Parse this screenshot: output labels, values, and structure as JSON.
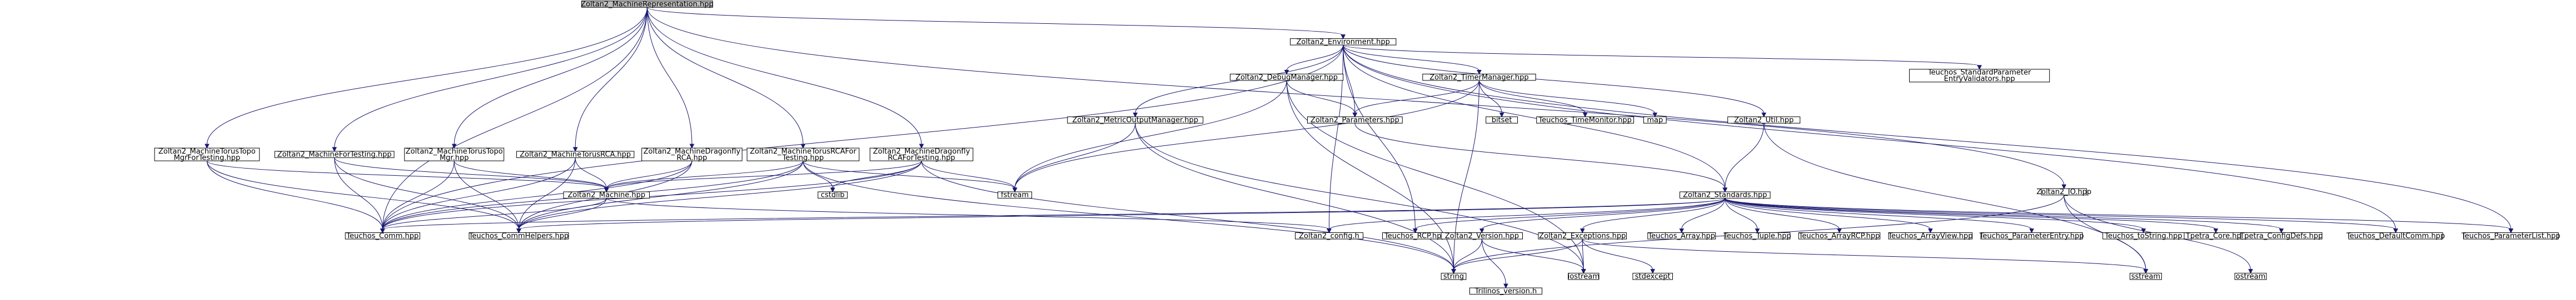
{
  "diagram": {
    "type": "include-dependency-graph",
    "root": "n0",
    "nodes": [
      {
        "id": "n0",
        "lines": [
          "Zoltan2_MachineRepresentation.hpp"
        ],
        "root": true
      },
      {
        "id": "n1",
        "lines": [
          "Zoltan2_Environment.hpp"
        ]
      },
      {
        "id": "n2",
        "lines": [
          "Zoltan2_DebugManager.hpp"
        ]
      },
      {
        "id": "n3",
        "lines": [
          "Zoltan2_TimerManager.hpp"
        ]
      },
      {
        "id": "n4",
        "lines": [
          "Teuchos_StandardParameter",
          "EntryValidators.hpp"
        ]
      },
      {
        "id": "n5",
        "lines": [
          "Zoltan2_MachineTorusTopo",
          "MgrForTesting.hpp"
        ]
      },
      {
        "id": "n6",
        "lines": [
          "Zoltan2_MachineForTesting.hpp"
        ]
      },
      {
        "id": "n7",
        "lines": [
          "Zoltan2_MachineTorusTopo",
          "Mgr.hpp"
        ]
      },
      {
        "id": "n8",
        "lines": [
          "Zoltan2_MachineTorusRCA.hpp"
        ]
      },
      {
        "id": "n9",
        "lines": [
          "Zoltan2_MachineDragonfly",
          "RCA.hpp"
        ]
      },
      {
        "id": "n10",
        "lines": [
          "Zoltan2_MachineTorusRCAFor",
          "Testing.hpp"
        ]
      },
      {
        "id": "n11",
        "lines": [
          "Zoltan2_MachineDragonfly",
          "RCAForTesting.hpp"
        ]
      },
      {
        "id": "n12",
        "lines": [
          "Zoltan2_MetricOutputManager.hpp"
        ]
      },
      {
        "id": "n13",
        "lines": [
          "Zoltan2_Parameters.hpp"
        ]
      },
      {
        "id": "n14",
        "lines": [
          "bitset"
        ]
      },
      {
        "id": "n15",
        "lines": [
          "Teuchos_TimeMonitor.hpp"
        ]
      },
      {
        "id": "n16",
        "lines": [
          "map"
        ]
      },
      {
        "id": "n17",
        "lines": [
          "Zoltan2_Util.hpp"
        ]
      },
      {
        "id": "n18",
        "lines": [
          "Zoltan2_IO.hpp"
        ]
      },
      {
        "id": "n19",
        "lines": [
          "Zoltan2_Machine.hpp"
        ]
      },
      {
        "id": "n20",
        "lines": [
          "cstdlib"
        ]
      },
      {
        "id": "n21",
        "lines": [
          "fstream"
        ]
      },
      {
        "id": "n22",
        "lines": [
          "Zoltan2_Standards.hpp"
        ]
      },
      {
        "id": "n23",
        "lines": [
          "Teuchos_Comm.hpp"
        ]
      },
      {
        "id": "n24",
        "lines": [
          "Teuchos_CommHelpers.hpp"
        ]
      },
      {
        "id": "n25",
        "lines": [
          "Zoltan2_config.h"
        ]
      },
      {
        "id": "n26",
        "lines": [
          "Teuchos_RCP.hpp"
        ]
      },
      {
        "id": "n27",
        "lines": [
          "Zoltan2_Version.hpp"
        ]
      },
      {
        "id": "n28",
        "lines": [
          "Zoltan2_Exceptions.hpp"
        ]
      },
      {
        "id": "n29",
        "lines": [
          "Teuchos_Array.hpp"
        ]
      },
      {
        "id": "n30",
        "lines": [
          "Teuchos_Tuple.hpp"
        ]
      },
      {
        "id": "n31",
        "lines": [
          "Teuchos_ArrayRCP.hpp"
        ]
      },
      {
        "id": "n32",
        "lines": [
          "Teuchos_ArrayView.hpp"
        ]
      },
      {
        "id": "n33",
        "lines": [
          "Teuchos_ParameterEntry.hpp"
        ]
      },
      {
        "id": "n34",
        "lines": [
          "Teuchos_toString.hpp"
        ]
      },
      {
        "id": "n35",
        "lines": [
          "Tpetra_Core.hpp"
        ]
      },
      {
        "id": "n36",
        "lines": [
          "Tpetra_ConfigDefs.hpp"
        ]
      },
      {
        "id": "n37",
        "lines": [
          "Teuchos_DefaultComm.hpp"
        ]
      },
      {
        "id": "n38",
        "lines": [
          "Teuchos_ParameterList.hpp"
        ]
      },
      {
        "id": "n39",
        "lines": [
          "string"
        ]
      },
      {
        "id": "n40",
        "lines": [
          "iostream"
        ]
      },
      {
        "id": "n41",
        "lines": [
          "Trilinos_version.h"
        ]
      },
      {
        "id": "n42",
        "lines": [
          "stdexcept"
        ]
      },
      {
        "id": "n43",
        "lines": [
          "sstream"
        ]
      },
      {
        "id": "n44",
        "lines": [
          "ostream"
        ]
      }
    ],
    "edges": [
      [
        "n0",
        "n1"
      ],
      [
        "n0",
        "n5"
      ],
      [
        "n0",
        "n6"
      ],
      [
        "n0",
        "n7"
      ],
      [
        "n0",
        "n8"
      ],
      [
        "n0",
        "n9"
      ],
      [
        "n0",
        "n10"
      ],
      [
        "n0",
        "n11"
      ],
      [
        "n0",
        "n18"
      ],
      [
        "n0",
        "n23"
      ],
      [
        "n1",
        "n2"
      ],
      [
        "n1",
        "n3"
      ],
      [
        "n1",
        "n12"
      ],
      [
        "n1",
        "n13"
      ],
      [
        "n1",
        "n4"
      ],
      [
        "n1",
        "n17"
      ],
      [
        "n1",
        "n22"
      ],
      [
        "n1",
        "n25"
      ],
      [
        "n1",
        "n26"
      ],
      [
        "n1",
        "n23"
      ],
      [
        "n1",
        "n38"
      ],
      [
        "n1",
        "n37"
      ],
      [
        "n2",
        "n13"
      ],
      [
        "n2",
        "n21"
      ],
      [
        "n2",
        "n39"
      ],
      [
        "n2",
        "n40"
      ],
      [
        "n3",
        "n13"
      ],
      [
        "n3",
        "n14"
      ],
      [
        "n3",
        "n15"
      ],
      [
        "n3",
        "n16"
      ],
      [
        "n3",
        "n21"
      ],
      [
        "n3",
        "n39"
      ],
      [
        "n12",
        "n21"
      ],
      [
        "n12",
        "n39"
      ],
      [
        "n12",
        "n40"
      ],
      [
        "n13",
        "n22"
      ],
      [
        "n17",
        "n22"
      ],
      [
        "n17",
        "n43"
      ],
      [
        "n5",
        "n19"
      ],
      [
        "n5",
        "n23"
      ],
      [
        "n5",
        "n24"
      ],
      [
        "n6",
        "n19"
      ],
      [
        "n6",
        "n23"
      ],
      [
        "n6",
        "n24"
      ],
      [
        "n7",
        "n19"
      ],
      [
        "n7",
        "n23"
      ],
      [
        "n7",
        "n24"
      ],
      [
        "n8",
        "n19"
      ],
      [
        "n8",
        "n23"
      ],
      [
        "n8",
        "n24"
      ],
      [
        "n9",
        "n19"
      ],
      [
        "n9",
        "n23"
      ],
      [
        "n9",
        "n24"
      ],
      [
        "n10",
        "n19"
      ],
      [
        "n10",
        "n20"
      ],
      [
        "n10",
        "n21"
      ],
      [
        "n10",
        "n23"
      ],
      [
        "n10",
        "n24"
      ],
      [
        "n10",
        "n39"
      ],
      [
        "n11",
        "n19"
      ],
      [
        "n11",
        "n20"
      ],
      [
        "n11",
        "n21"
      ],
      [
        "n11",
        "n23"
      ],
      [
        "n11",
        "n24"
      ],
      [
        "n11",
        "n39"
      ],
      [
        "n19",
        "n23"
      ],
      [
        "n19",
        "n24"
      ],
      [
        "n19",
        "n25"
      ],
      [
        "n22",
        "n23"
      ],
      [
        "n22",
        "n24"
      ],
      [
        "n22",
        "n25"
      ],
      [
        "n22",
        "n26"
      ],
      [
        "n22",
        "n27"
      ],
      [
        "n22",
        "n28"
      ],
      [
        "n22",
        "n29"
      ],
      [
        "n22",
        "n30"
      ],
      [
        "n22",
        "n31"
      ],
      [
        "n22",
        "n32"
      ],
      [
        "n22",
        "n33"
      ],
      [
        "n22",
        "n34"
      ],
      [
        "n22",
        "n35"
      ],
      [
        "n22",
        "n36"
      ],
      [
        "n22",
        "n37"
      ],
      [
        "n22",
        "n38"
      ],
      [
        "n27",
        "n39"
      ],
      [
        "n27",
        "n40"
      ],
      [
        "n27",
        "n41"
      ],
      [
        "n28",
        "n39"
      ],
      [
        "n28",
        "n40"
      ],
      [
        "n28",
        "n42"
      ],
      [
        "n28",
        "n43"
      ],
      [
        "n18",
        "n39"
      ],
      [
        "n18",
        "n43"
      ],
      [
        "n18",
        "n44"
      ]
    ]
  }
}
